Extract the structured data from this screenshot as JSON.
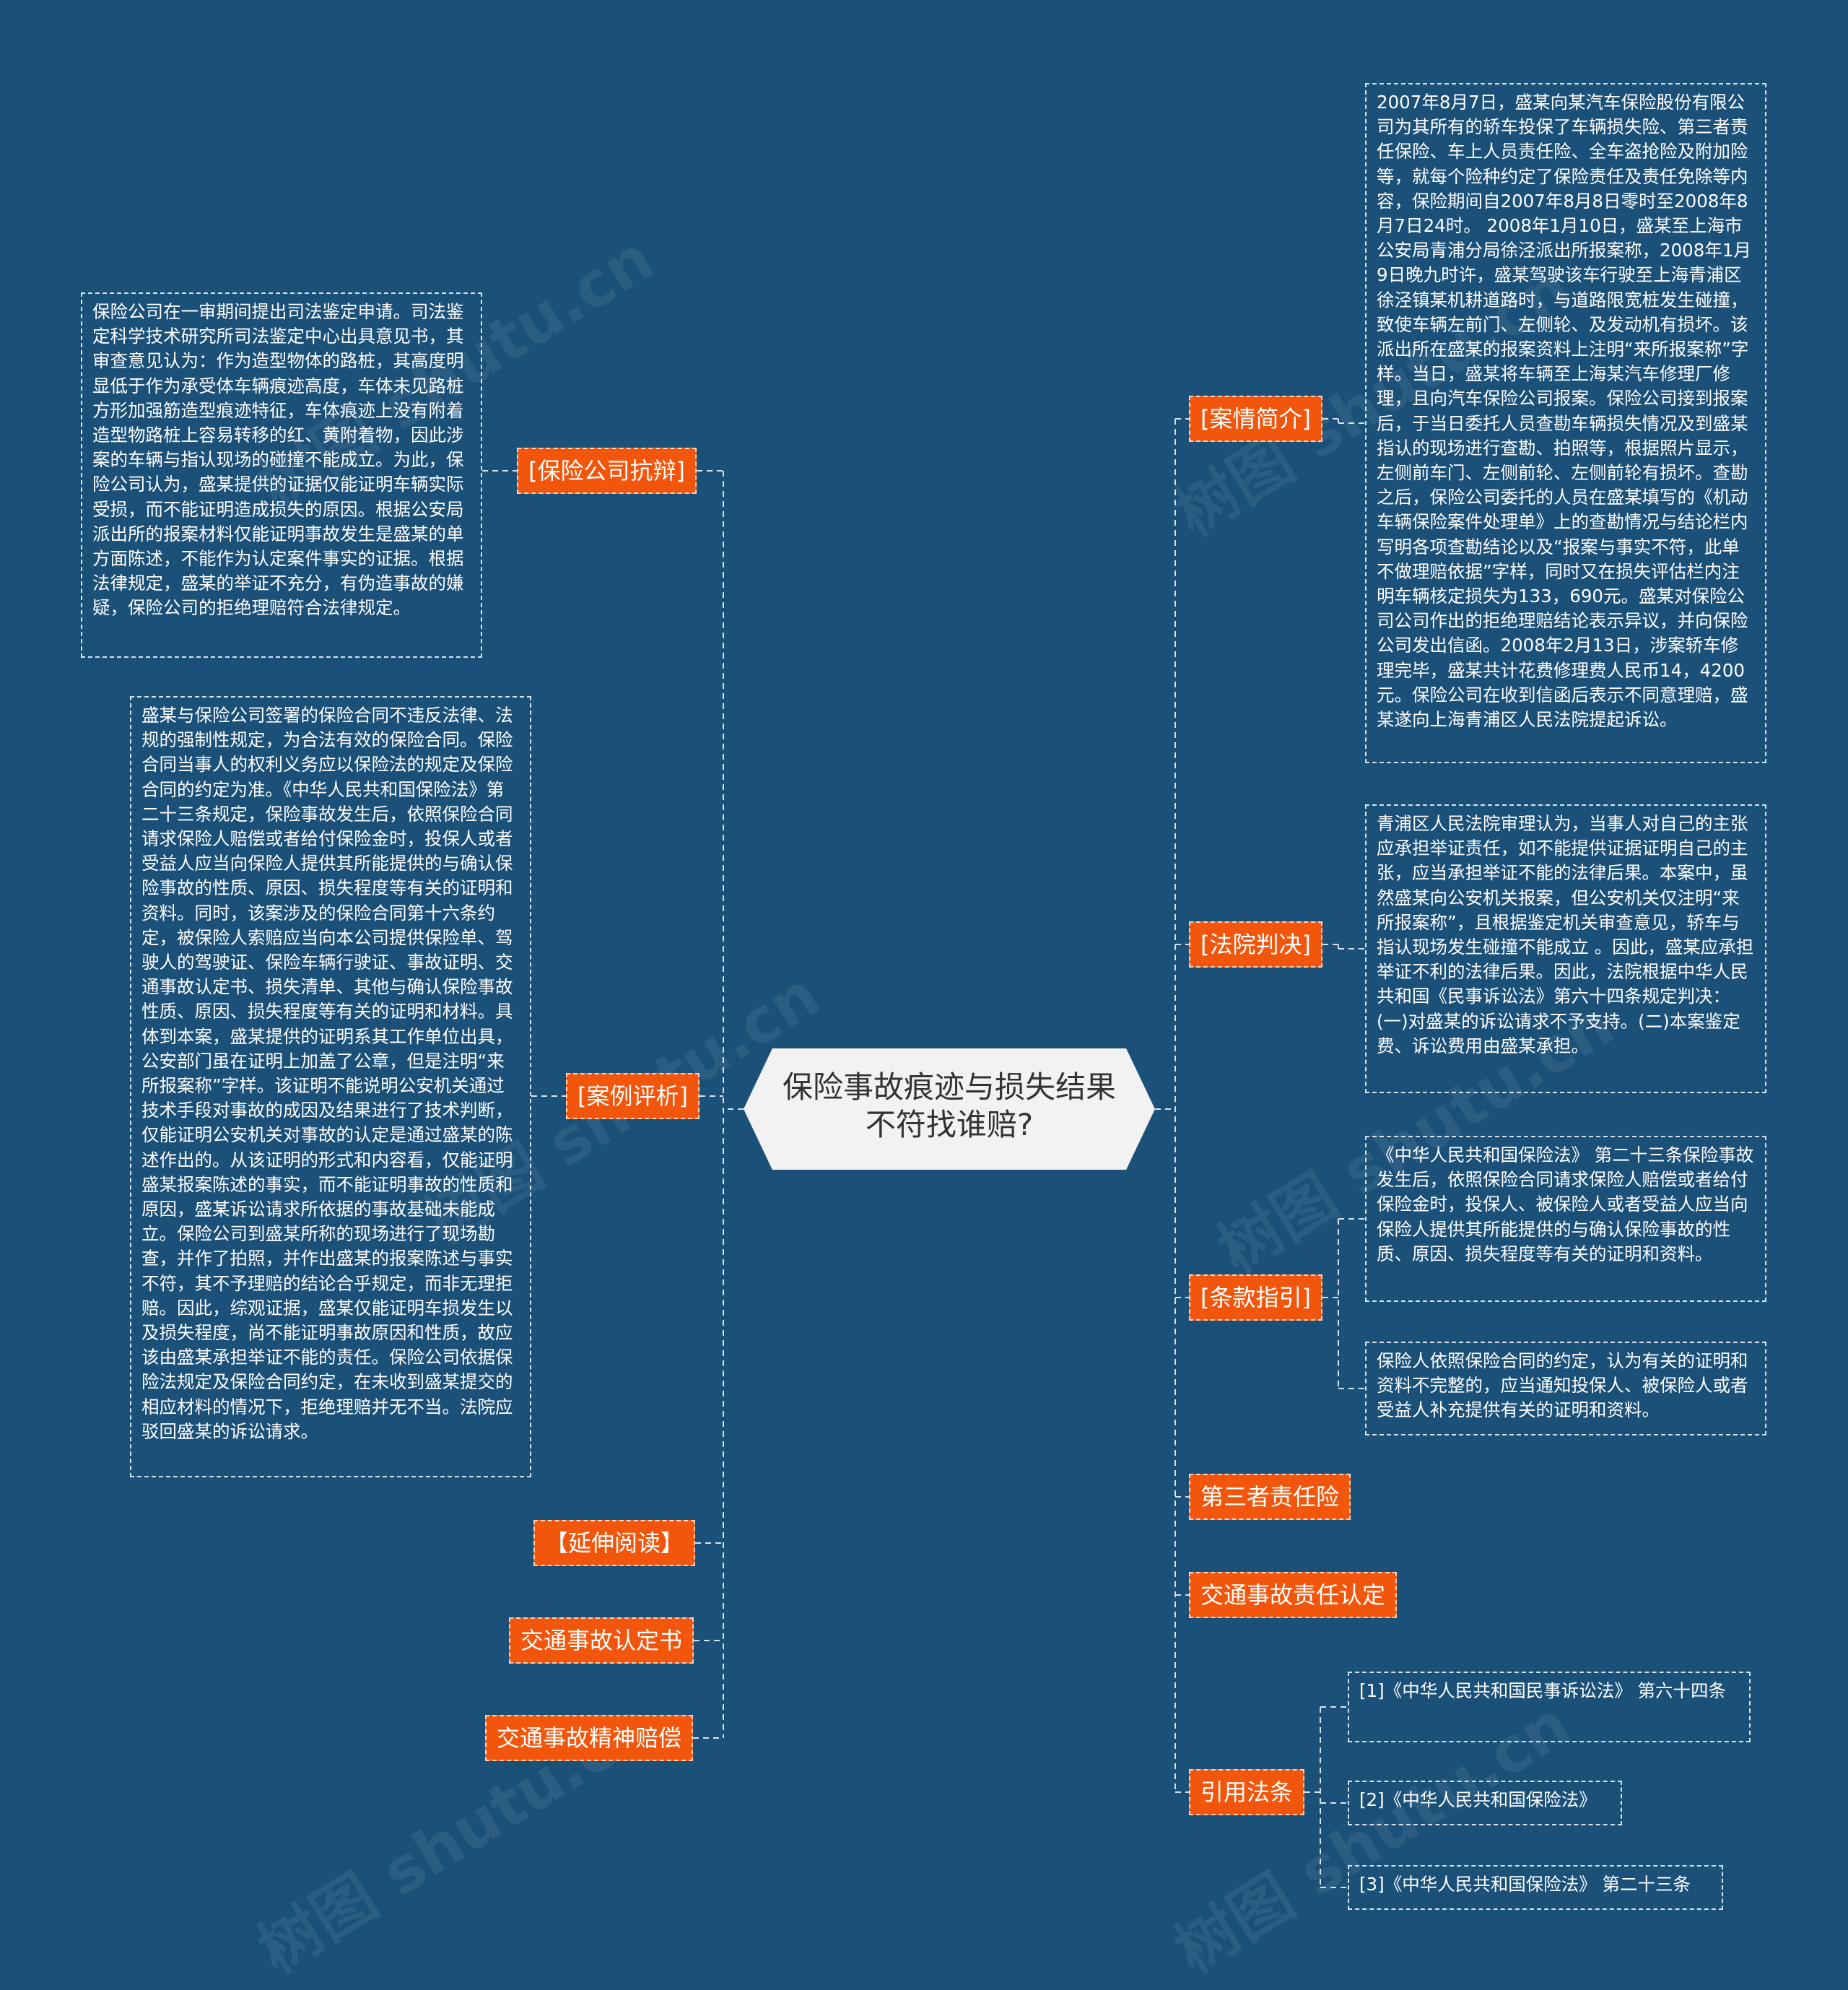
{
  "watermark": "树图 shutu.cn",
  "root": {
    "title": "保险事故痕迹与损失结果不符找谁赔?"
  },
  "branches": {
    "case_intro": "[案情简介]",
    "court": "[法院判决]",
    "clause": "[条款指引]",
    "third_party": "第三者责任险",
    "traffic_liability": "交通事故责任认定",
    "cited_laws": "引用法条",
    "insurer_defense": "[保险公司抗辩]",
    "analysis": "[案例评析]",
    "further_reading": "【延伸阅读】",
    "accident_report": "交通事故认定书",
    "mental_damage": "交通事故精神赔偿"
  },
  "leaves": {
    "case_intro": "2007年8月7日，盛某向某汽车保险股份有限公司为其所有的轿车投保了车辆损失险、第三者责任保险、车上人员责任险、全车盗抢险及附加险等，就每个险种约定了保险责任及责任免除等内容，保险期间自2007年8月8日零时至2008年8月7日24时。 2008年1月10日，盛某至上海市公安局青浦分局徐泾派出所报案称，2008年1月9日晚九时许，盛某驾驶该车行驶至上海青浦区徐泾镇某机耕道路时，与道路限宽桩发生碰撞，致使车辆左前门、左侧轮、及发动机有损坏。该派出所在盛某的报案资料上注明“来所报案称”字样。当日，盛某将车辆至上海某汽车修理厂修理，且向汽车保险公司报案。保险公司接到报案后，于当日委托人员查勘车辆损失情况及到盛某指认的现场进行查勘、拍照等，根据照片显示，左侧前车门、左侧前轮、左侧前轮有损坏。查勘之后，保险公司委托的人员在盛某填写的《机动车辆保险案件处理单》上的查勘情况与结论栏内写明各项查勘结论以及“报案与事实不符，此单不做理赔依据”字样，同时又在损失评估栏内注明车辆核定损失为133，690元。盛某对保险公司公司作出的拒绝理赔结论表示异议，并向保险公司发出信函。2008年2月13日，涉案轿车修理完毕，盛某共计花费修理费人民币14，4200元。保险公司在收到信函后表示不同意理赔，盛某遂向上海青浦区人民法院提起诉讼。",
    "court": "青浦区人民法院审理认为，当事人对自己的主张应承担举证责任，如不能提供证据证明自己的主张，应当承担举证不能的法律后果。本案中，虽然盛某向公安机关报案，但公安机关仅注明“来所报案称”，且根据鉴定机关审查意见，轿车与指认现场发生碰撞不能成立 。因此，盛某应承担举证不利的法律后果。因此，法院根据中华人民共和国《民事诉讼法》第六十四条规定判决：(一)对盛某的诉讼请求不予支持。(二)本案鉴定费、诉讼费用由盛某承担。",
    "clause_1": "《中华人民共和国保险法》 第二十三条保险事故发生后，依照保险合同请求保险人赔偿或者给付保险金时，投保人、被保险人或者受益人应当向保险人提供其所能提供的与确认保险事故的性质、原因、损失程度等有关的证明和资料。",
    "clause_2": "保险人依照保险合同的约定，认为有关的证明和资料不完整的，应当通知投保人、被保险人或者受益人补充提供有关的证明和资料。",
    "law_1": "[1]《中华人民共和国民事诉讼法》 第六十四条",
    "law_2": "[2]《中华人民共和国保险法》",
    "law_3": "[3]《中华人民共和国保险法》 第二十三条",
    "insurer_defense": "保险公司在一审期间提出司法鉴定申请。司法鉴定科学技术研究所司法鉴定中心出具意见书，其审查意见认为：作为造型物体的路桩，其高度明显低于作为承受体车辆痕迹高度，车体未见路桩方形加强筋造型痕迹特征，车体痕迹上没有附着造型物路桩上容易转移的红、黄附着物，因此涉案的车辆与指认现场的碰撞不能成立。为此，保险公司认为，盛某提供的证据仅能证明车辆实际受损，而不能证明造成损失的原因。根据公安局派出所的报案材料仅能证明事故发生是盛某的单方面陈述，不能作为认定案件事实的证据。根据法律规定，盛某的举证不充分，有伪造事故的嫌疑，保险公司的拒绝理赔符合法律规定。",
    "analysis": "盛某与保险公司签署的保险合同不违反法律、法规的强制性规定，为合法有效的保险合同。保险合同当事人的权利义务应以保险法的规定及保险合同的约定为准。《中华人民共和国保险法》第二十三条规定，保险事故发生后，依照保险合同请求保险人赔偿或者给付保险金时，投保人或者受益人应当向保险人提供其所能提供的与确认保险事故的性质、原因、损失程度等有关的证明和资料。同时，该案涉及的保险合同第十六条约定，被保险人索赔应当向本公司提供保险单、驾驶人的驾驶证、保险车辆行驶证、事故证明、交通事故认定书、损失清单、其他与确认保险事故性质、原因、损失程度等有关的证明和材料。具体到本案，盛某提供的证明系其工作单位出具，公安部门虽在证明上加盖了公章，但是注明“来所报案称”字样。该证明不能说明公安机关通过技术手段对事故的成因及结果进行了技术判断，仅能证明公安机关对事故的认定是通过盛某的陈述作出的。从该证明的形式和内容看，仅能证明盛某报案陈述的事实，而不能证明事故的性质和原因，盛某诉讼请求所依据的事故基础未能成立。保险公司到盛某所称的现场进行了现场勘查，并作了拍照，并作出盛某的报案陈述与事实不符，其不予理赔的结论合乎规定，而非无理拒赔。因此，综观证据，盛某仅能证明车损发生以及损失程度，尚不能证明事故原因和性质，故应该由盛某承担举证不能的责任。保险公司依据保险法规定及保险合同约定，在未收到盛某提交的相应材料的情况下，拒绝理赔并无不当。法院应驳回盛某的诉讼请求。"
  }
}
